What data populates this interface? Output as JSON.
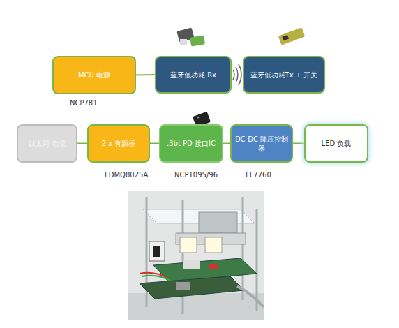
{
  "diagram": {
    "nodes": [
      {
        "text": [
          "MCU 电源"
        ]
      },
      {
        "text": [
          "蓝牙低功耗 Rx"
        ]
      },
      {
        "text": [
          "蓝牙低功耗Tx + 开关"
        ]
      },
      {
        "text": [
          "以太网 电缆"
        ]
      },
      {
        "text": [
          "2 x 有源桥"
        ]
      },
      {
        "text": [
          ".3bt PD 接口IC"
        ]
      },
      {
        "text": [
          "DC-DC 降压控制器"
        ]
      },
      {
        "text": [
          "LED 负载"
        ]
      }
    ],
    "edges": [
      {
        "from": 0,
        "to": 1,
        "arrow": "none"
      },
      {
        "from": 3,
        "to": 4,
        "arrow": "none"
      },
      {
        "from": 4,
        "to": 5,
        "arrow": "none"
      },
      {
        "from": 5,
        "to": 6,
        "arrow": "none"
      },
      {
        "from": 6,
        "to": 7,
        "arrow": "none"
      }
    ],
    "labels": [
      "NCP781",
      "FDMQ8025A",
      "NCP1095/96",
      "FL7760"
    ]
  }
}
